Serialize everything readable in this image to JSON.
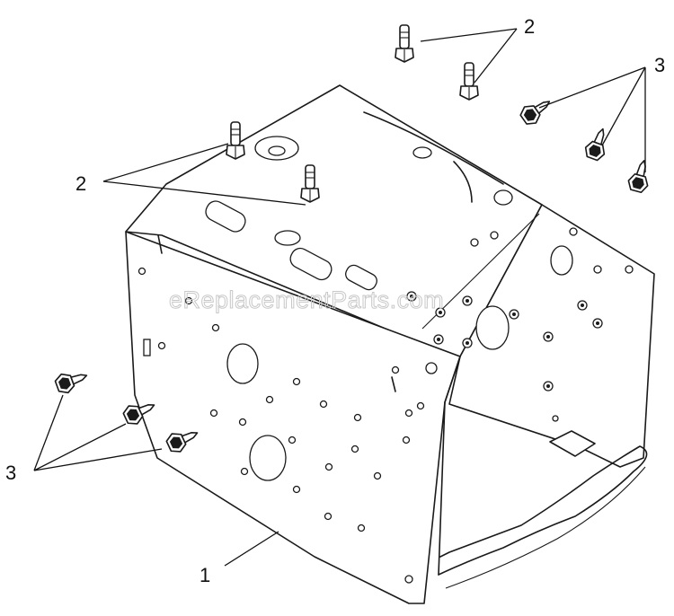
{
  "callouts": {
    "part_1": "1",
    "part_2": "2",
    "part_3": "3"
  },
  "watermark": "eReplacementParts.com",
  "colors": {
    "line": "#1a1a1a",
    "background": "#ffffff",
    "watermark": "#c8c8c8"
  }
}
